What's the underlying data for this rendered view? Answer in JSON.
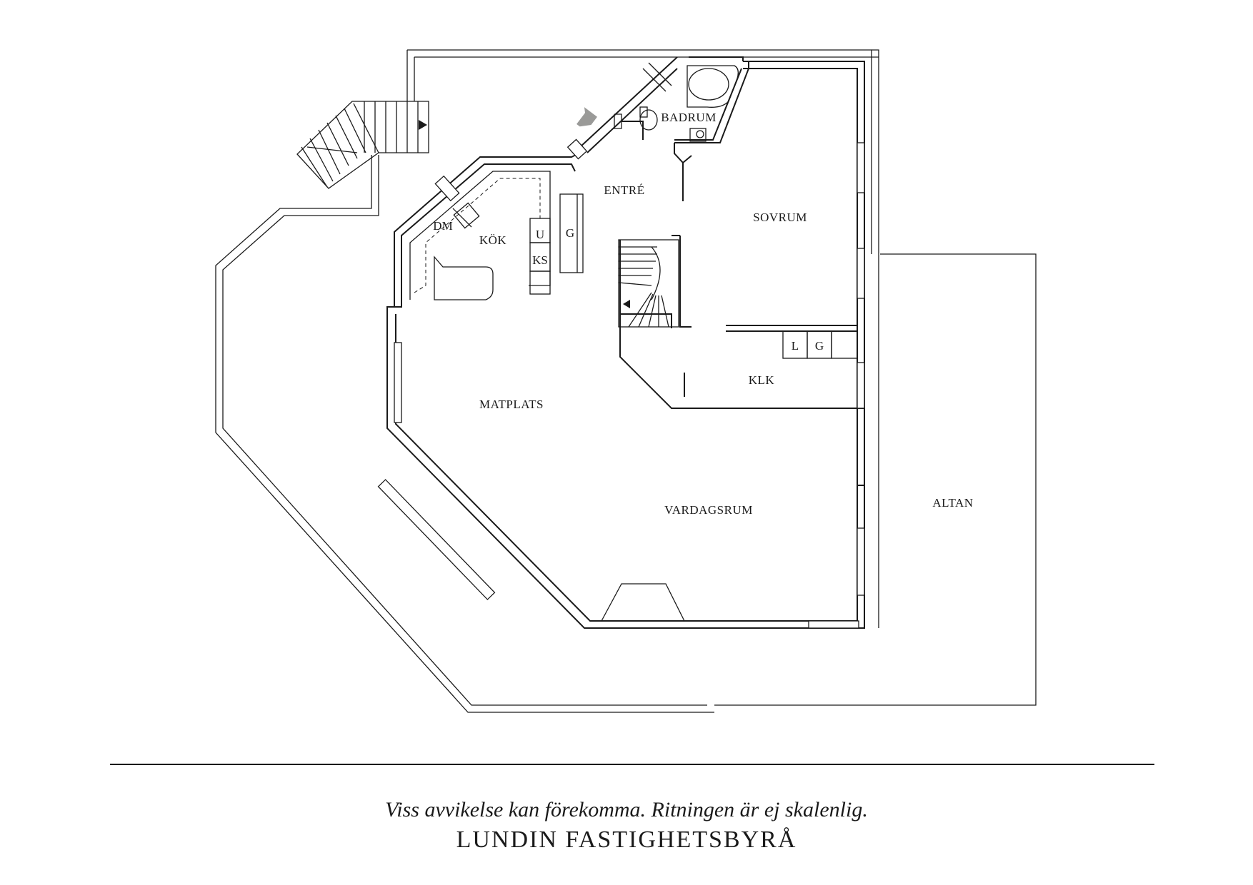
{
  "rooms": {
    "badrum": "BADRUM",
    "entre": "ENTRÉ",
    "sovrum": "SOVRUM",
    "kok": "KÖK",
    "matplats": "MATPLATS",
    "klk": "KLK",
    "vardagsrum": "VARDAGSRUM",
    "altan": "ALTAN"
  },
  "appliances": {
    "dm": "DM",
    "u": "U",
    "ks": "KS",
    "g_kitchen": "G",
    "l": "L",
    "g_laundry": "G"
  },
  "icons": {
    "entrance": "entrance-arrow-icon",
    "stairs_up": "stairs-arrow-icon"
  },
  "footer": {
    "disclaimer": "Viss avvikelse kan förekomma. Ritningen är ej skalenlig.",
    "company": "LUNDIN FASTIGHETSBYRÅ"
  }
}
